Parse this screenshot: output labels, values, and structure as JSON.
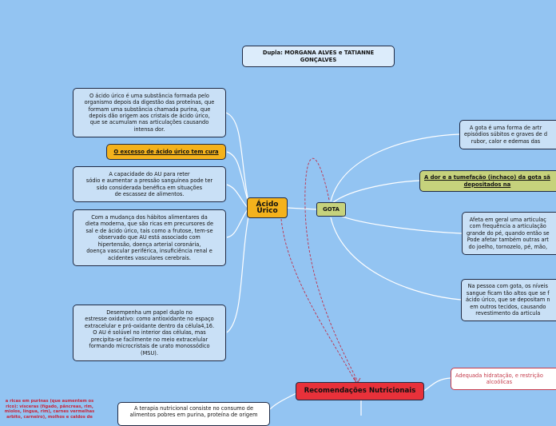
{
  "header": {
    "text": "Dupla: MORGANA ALVES e TATIANNE\nGONÇALVES"
  },
  "central": {
    "label": "Ácido Úrico"
  },
  "gota": {
    "label": "GOTA"
  },
  "recomendacoes": {
    "label": "Recomendações Nutricionais"
  },
  "left_nodes": {
    "n1": "O ácido úrico é uma substância formada pelo\norganismo depois da digestão das proteínas, que\nformam uma substância chamada purina, que\ndepois dão origem aos cristais de ácido úrico,\nque se acumulam nas articulações causando\nintensa dor.",
    "n2": "O excesso de ácido úrico tem cura",
    "n3": "A capacidade do AU para reter\nsódio e aumentar a pressão sanguínea pode ter\nsido considerada benéfica em situações\nde escassez de alimentos.",
    "n4": "Com a mudança dos hábitos alimentares da\ndieta moderna, que são ricas em precursores de\nsal e de ácido úrico, tais como a frutose, tem-se\nobservado que AU está associado com\nhipertensão, doença arterial coronária,\ndoença vascular periférica, insuficiência renal e\nacidentes vasculares cerebrais.",
    "n5": "Desempenha um papel duplo no\nestresse oxidativo: como antioxidante no espaço\nextracelular e pró-oxidante dentro da célula4,16.\nO AU é solúvel no interior das células, mas\nprecipita-se facilmente no meio extracelular\nformando microcristais de urato monossódico\n(MSU)."
  },
  "right_nodes": {
    "r1": "A gota é uma forma de artr\nepisódios súbitos e graves de d\nrubor, calor e edemas das",
    "r2": "A dor e a tumefação (inchaço) da gota sã\ndepositados na",
    "r3": "Afeta em geral uma articulaç\ncom frequência a articulação\ngrande do pé, quando então se\nPode afetar também outras art\ndo joelho, tornozelo, pé, mão,",
    "r4": "Na pessoa com gota, os níveis\nsangue ficam tão altos que se f\nácido úrico, que se depositam n\nem outros tecidos, causando\nrevestimento da articula"
  },
  "bottom_nodes": {
    "hidratacao": "Adequada hidratação, e restrição\nalcoólicas",
    "terapia": "A terapia nutricional consiste no consumo de\nalimentos pobres em purina, proteína de origem",
    "purinas": "a ricas em purinas (que aumentem os\nrico): vísceras (fígado, pâncreas, rim,\nmiolos, língua, rim), carnes vermelhas\narbito, carneiro), molhos e caldos de"
  },
  "colors": {
    "background": "#93c4f2",
    "central": "#f4b21c",
    "gota": "#c6d27c",
    "recomendacoes": "#e8313a",
    "link": "#ffffff",
    "dashed_link": "#c0304a"
  }
}
